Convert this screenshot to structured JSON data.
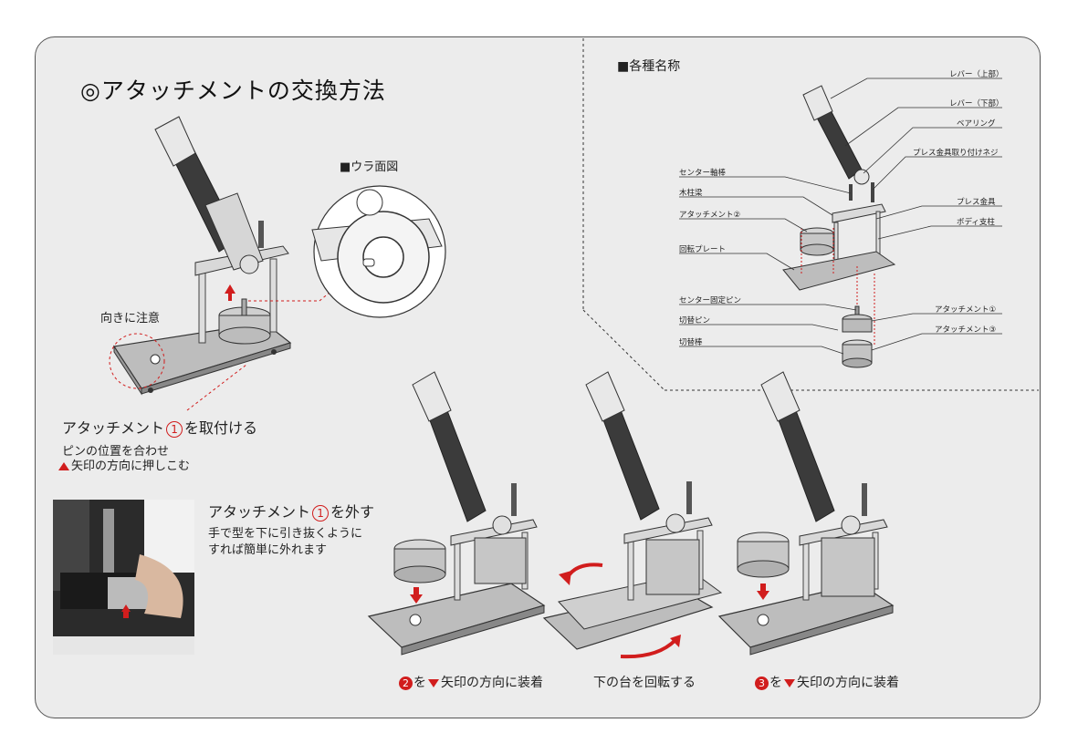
{
  "title": "◎アタッチメントの交換方法",
  "back_view_label": "■ウラ面図",
  "orientation_note": "向きに注意",
  "step1": {
    "prefix": "アタッチメント",
    "num": "1",
    "suffix": "を取付ける",
    "line1": "ピンの位置を合わせ",
    "line2": "矢印の方向に押しこむ"
  },
  "step_remove": {
    "prefix": "アタッチメント",
    "num": "1",
    "suffix": "を外す",
    "line1": "手で型を下に引き抜くように",
    "line2": "すれば簡単に外れます"
  },
  "parts": {
    "header": "■各種名称",
    "right_labels": [
      "レバー（上部）",
      "レバー（下部）",
      "ベアリング",
      "プレス金具取り付けネジ",
      "プレス金具",
      "ボディ支柱",
      "アタッチメント①",
      "アタッチメント③"
    ],
    "left_labels": [
      "センター軸棒",
      "木柱梁",
      "アタッチメント②",
      "回転プレート",
      "センター固定ピン",
      "切替ピン",
      "切替棒"
    ]
  },
  "captions": {
    "c1_num": "2",
    "c1_text": "を",
    "c1_tail": "矢印の方向に装着",
    "c2": "下の台を回転する",
    "c3_num": "3",
    "c3_text": "を",
    "c3_tail": "矢印の方向に装着"
  },
  "colors": {
    "accent": "#d11d1d",
    "background": "#ececec"
  }
}
